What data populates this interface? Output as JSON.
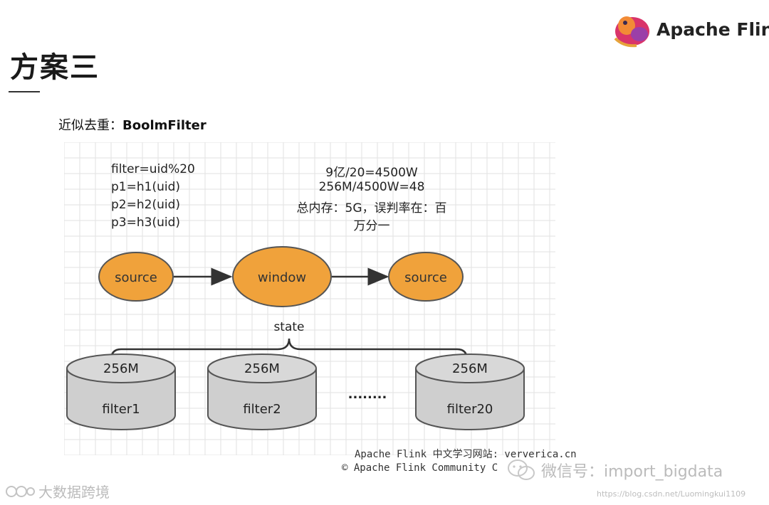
{
  "slide": {
    "title": "方案三",
    "subtitle_prefix": "近似去重：",
    "subtitle_bold": "BoolmFilter"
  },
  "logo": {
    "text": "Apache Flink"
  },
  "notes_left": [
    "filter=uid%20",
    "p1=h1(uid)",
    "p2=h2(uid)",
    "p3=h3(uid)"
  ],
  "notes_right": [
    "9亿/20=4500W",
    "256M/4500W=48",
    "总内存：5G，误判率在：百",
    "万分一"
  ],
  "nodes": [
    {
      "label": "source"
    },
    {
      "label": "window"
    },
    {
      "label": "source"
    }
  ],
  "state_label": "state",
  "disks": [
    {
      "size": "256M",
      "name": "filter1"
    },
    {
      "size": "256M",
      "name": "filter2"
    },
    {
      "size": "256M",
      "name": "filter20"
    }
  ],
  "ellipsis": "........",
  "footer": {
    "line1": "Apache Flink 中文学习网站:  ververica.cn",
    "line2": "© Apache Flink Community C"
  },
  "watermarks": {
    "bottom_left": "大数据跨境",
    "wechat": "微信号：import_bigdata",
    "url": "https://blog.csdn.net/Luomingkui1109"
  },
  "colors": {
    "node_fill": "#f0a23b",
    "node_stroke": "#555555",
    "disk_fill": "#cfcfcf",
    "grid": "#e2e2e2"
  }
}
